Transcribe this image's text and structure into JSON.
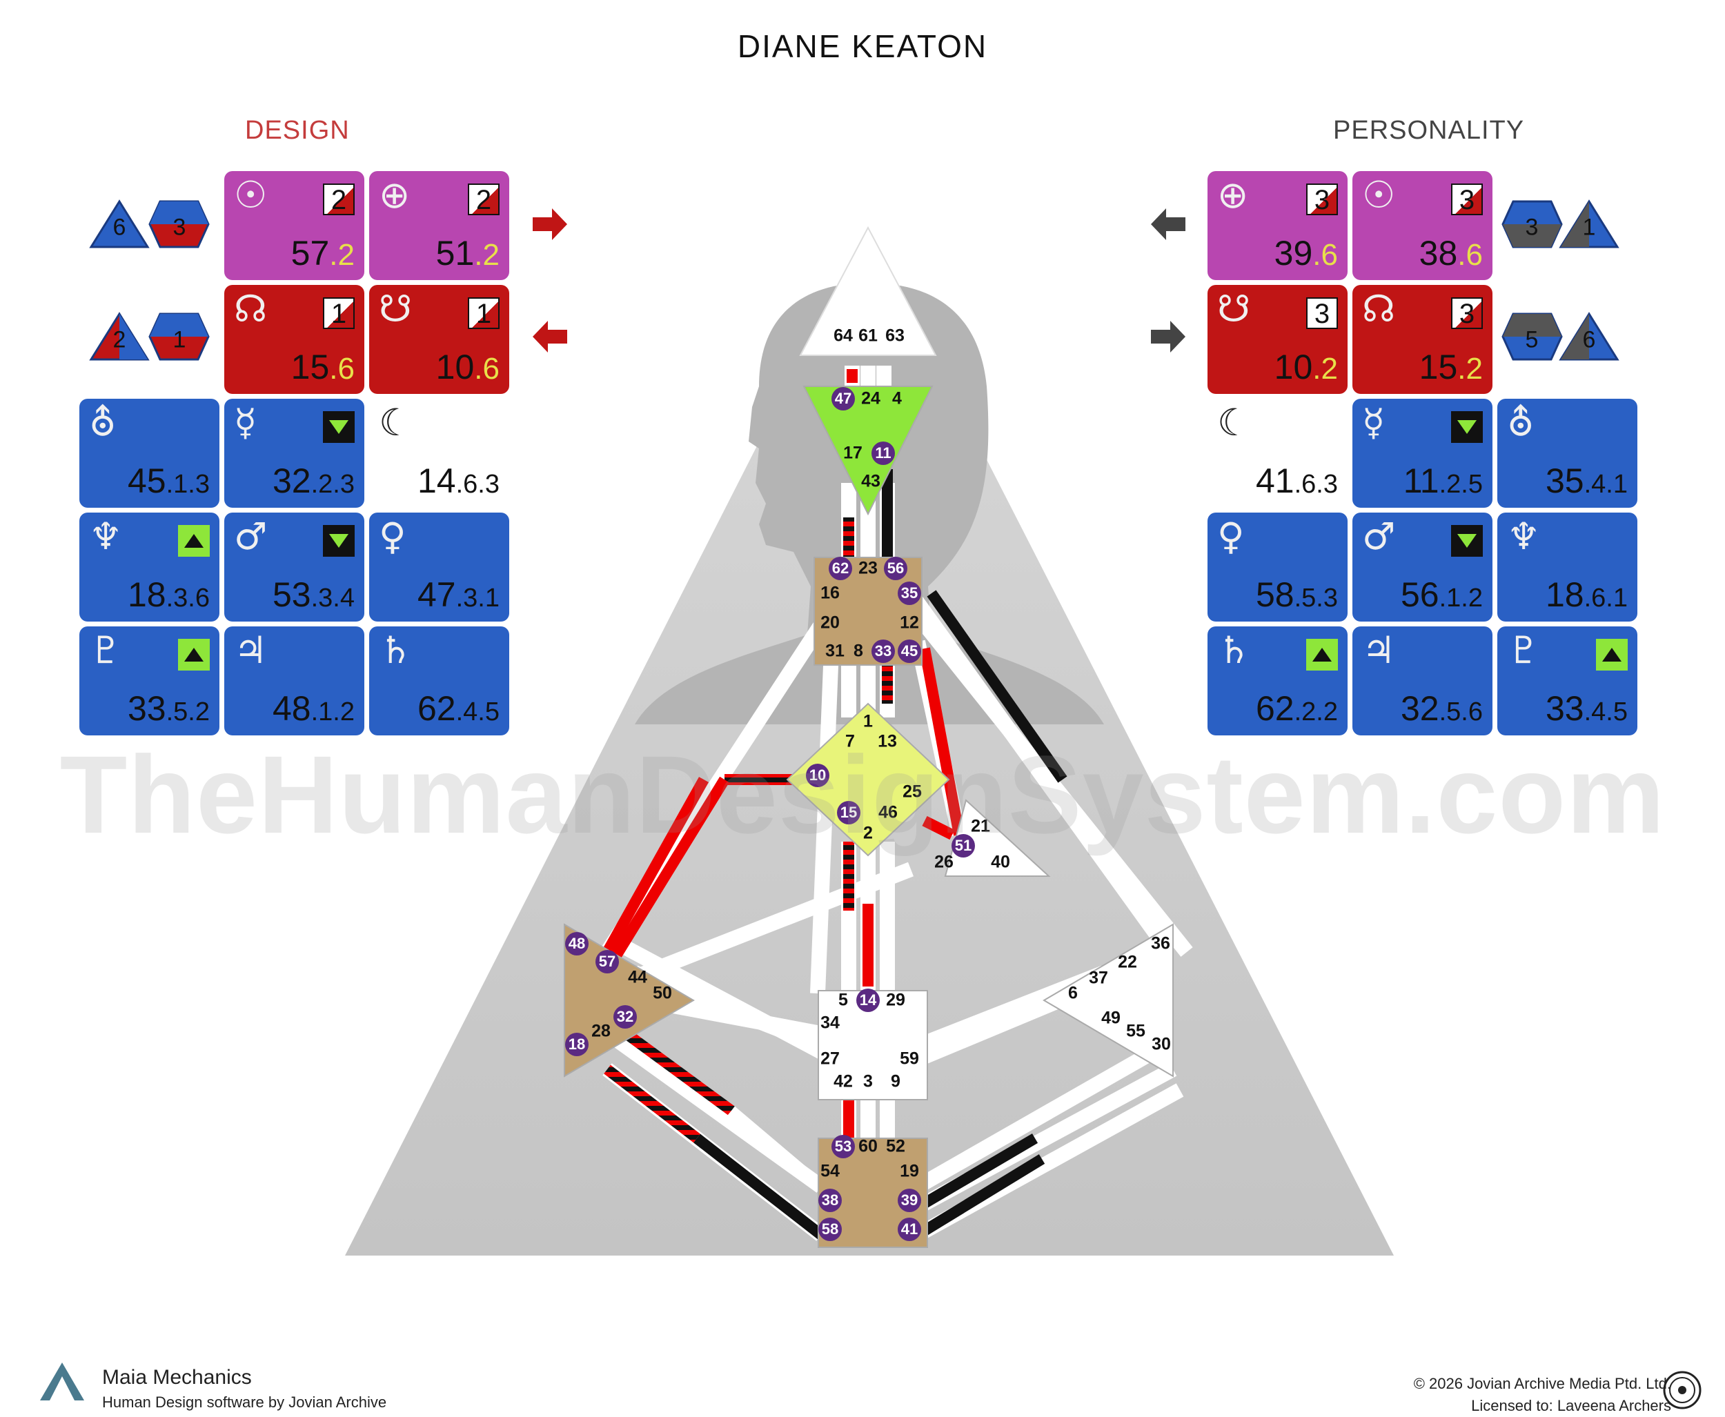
{
  "title": "DIANE KEATON",
  "design_label": "DESIGN",
  "personality_label": "PERSONALITY",
  "watermark": "TheHumanDesignSystem.com",
  "footer": {
    "app_name": "Maia Mechanics",
    "app_sub": "Human Design software by Jovian Archive",
    "copyright": "© 2026 Jovian Archive Media Ptd. Ltd.",
    "license": "Licensed to: Laveena Archers"
  },
  "colors": {
    "design": "#c01515",
    "personality": "#111111",
    "activated_gate": "#5b2a82",
    "head_center": "#ffffff",
    "ajna_center": "#8ee63a",
    "g_center": "#e8f47a",
    "motor_center": "#c0a070"
  },
  "design": {
    "variables": [
      {
        "shape": "triangle",
        "value": "6"
      },
      {
        "shape": "hexagon",
        "value": "3"
      },
      {
        "shape": "triangle",
        "value": "2"
      },
      {
        "shape": "hexagon",
        "value": "1"
      }
    ],
    "tiles": [
      {
        "planet": "sun",
        "symbol": "☉",
        "gate": "57",
        "line": ".2",
        "mark": "2"
      },
      {
        "planet": "earth",
        "symbol": "⊕",
        "gate": "51",
        "line": ".2",
        "mark": "2"
      },
      {
        "planet": "north-node",
        "symbol": "☊",
        "gate": "15",
        "line": ".6",
        "mark": "1"
      },
      {
        "planet": "south-node",
        "symbol": "☋",
        "gate": "10",
        "line": ".6",
        "mark": "1"
      },
      {
        "planet": "uranus",
        "symbol": "⛢",
        "gate": "45",
        "line": ".1.3"
      },
      {
        "planet": "mercury",
        "symbol": "☿",
        "gate": "32",
        "line": ".2.3"
      },
      {
        "planet": "moon",
        "symbol": "☾",
        "gate": "14",
        "line": ".6.3"
      },
      {
        "planet": "neptune",
        "symbol": "♆",
        "gate": "18",
        "line": ".3.6"
      },
      {
        "planet": "mars",
        "symbol": "♂",
        "gate": "53",
        "line": ".3.4"
      },
      {
        "planet": "venus",
        "symbol": "♀",
        "gate": "47",
        "line": ".3.1"
      },
      {
        "planet": "pluto",
        "symbol": "♇",
        "gate": "33",
        "line": ".5.2"
      },
      {
        "planet": "jupiter",
        "symbol": "♃",
        "gate": "48",
        "line": ".1.2"
      },
      {
        "planet": "saturn",
        "symbol": "♄",
        "gate": "62",
        "line": ".4.5"
      }
    ]
  },
  "personality": {
    "variables": [
      {
        "shape": "hexagon",
        "value": "3"
      },
      {
        "shape": "triangle",
        "value": "1"
      },
      {
        "shape": "hexagon",
        "value": "5"
      },
      {
        "shape": "triangle",
        "value": "6"
      }
    ],
    "tiles": [
      {
        "planet": "earth",
        "symbol": "⊕",
        "gate": "39",
        "line": ".6",
        "mark": "3"
      },
      {
        "planet": "sun",
        "symbol": "☉",
        "gate": "38",
        "line": ".6",
        "mark": "3"
      },
      {
        "planet": "south-node",
        "symbol": "☋",
        "gate": "10",
        "line": ".2",
        "mark": "3"
      },
      {
        "planet": "north-node",
        "symbol": "☊",
        "gate": "15",
        "line": ".2",
        "mark": "3"
      },
      {
        "planet": "moon",
        "symbol": "☾",
        "gate": "41",
        "line": ".6.3"
      },
      {
        "planet": "mercury",
        "symbol": "☿",
        "gate": "11",
        "line": ".2.5"
      },
      {
        "planet": "uranus",
        "symbol": "⛢",
        "gate": "35",
        "line": ".4.1"
      },
      {
        "planet": "venus",
        "symbol": "♀",
        "gate": "58",
        "line": ".5.3"
      },
      {
        "planet": "mars",
        "symbol": "♂",
        "gate": "56",
        "line": ".1.2"
      },
      {
        "planet": "neptune",
        "symbol": "♆",
        "gate": "18",
        "line": ".6.1"
      },
      {
        "planet": "saturn",
        "symbol": "♄",
        "gate": "62",
        "line": ".2.2"
      },
      {
        "planet": "jupiter",
        "symbol": "♃",
        "gate": "32",
        "line": ".5.6"
      },
      {
        "planet": "pluto",
        "symbol": "♇",
        "gate": "33",
        "line": ".4.5"
      }
    ]
  },
  "gates": [
    {
      "n": "64"
    },
    {
      "n": "61"
    },
    {
      "n": "63"
    },
    {
      "n": "47",
      "active": true
    },
    {
      "n": "24"
    },
    {
      "n": "4"
    },
    {
      "n": "17"
    },
    {
      "n": "11",
      "active": true
    },
    {
      "n": "43"
    },
    {
      "n": "62",
      "active": true
    },
    {
      "n": "23"
    },
    {
      "n": "56",
      "active": true
    },
    {
      "n": "16"
    },
    {
      "n": "35",
      "active": true
    },
    {
      "n": "20"
    },
    {
      "n": "12"
    },
    {
      "n": "31"
    },
    {
      "n": "8"
    },
    {
      "n": "33",
      "active": true
    },
    {
      "n": "45",
      "active": true
    },
    {
      "n": "1"
    },
    {
      "n": "7"
    },
    {
      "n": "13"
    },
    {
      "n": "10",
      "active": true
    },
    {
      "n": "25"
    },
    {
      "n": "15",
      "active": true
    },
    {
      "n": "46"
    },
    {
      "n": "2"
    },
    {
      "n": "21"
    },
    {
      "n": "51",
      "active": true
    },
    {
      "n": "26"
    },
    {
      "n": "40"
    },
    {
      "n": "48",
      "active": true
    },
    {
      "n": "57",
      "active": true
    },
    {
      "n": "44"
    },
    {
      "n": "50"
    },
    {
      "n": "32",
      "active": true
    },
    {
      "n": "28"
    },
    {
      "n": "18",
      "active": true
    },
    {
      "n": "36"
    },
    {
      "n": "22"
    },
    {
      "n": "37"
    },
    {
      "n": "6"
    },
    {
      "n": "49"
    },
    {
      "n": "55"
    },
    {
      "n": "30"
    },
    {
      "n": "5"
    },
    {
      "n": "14",
      "active": true
    },
    {
      "n": "29"
    },
    {
      "n": "34"
    },
    {
      "n": "27"
    },
    {
      "n": "59"
    },
    {
      "n": "42"
    },
    {
      "n": "3"
    },
    {
      "n": "9"
    },
    {
      "n": "53",
      "active": true
    },
    {
      "n": "60"
    },
    {
      "n": "52"
    },
    {
      "n": "54"
    },
    {
      "n": "19"
    },
    {
      "n": "38",
      "active": true
    },
    {
      "n": "39",
      "active": true
    },
    {
      "n": "58",
      "active": true
    },
    {
      "n": "41",
      "active": true
    }
  ]
}
